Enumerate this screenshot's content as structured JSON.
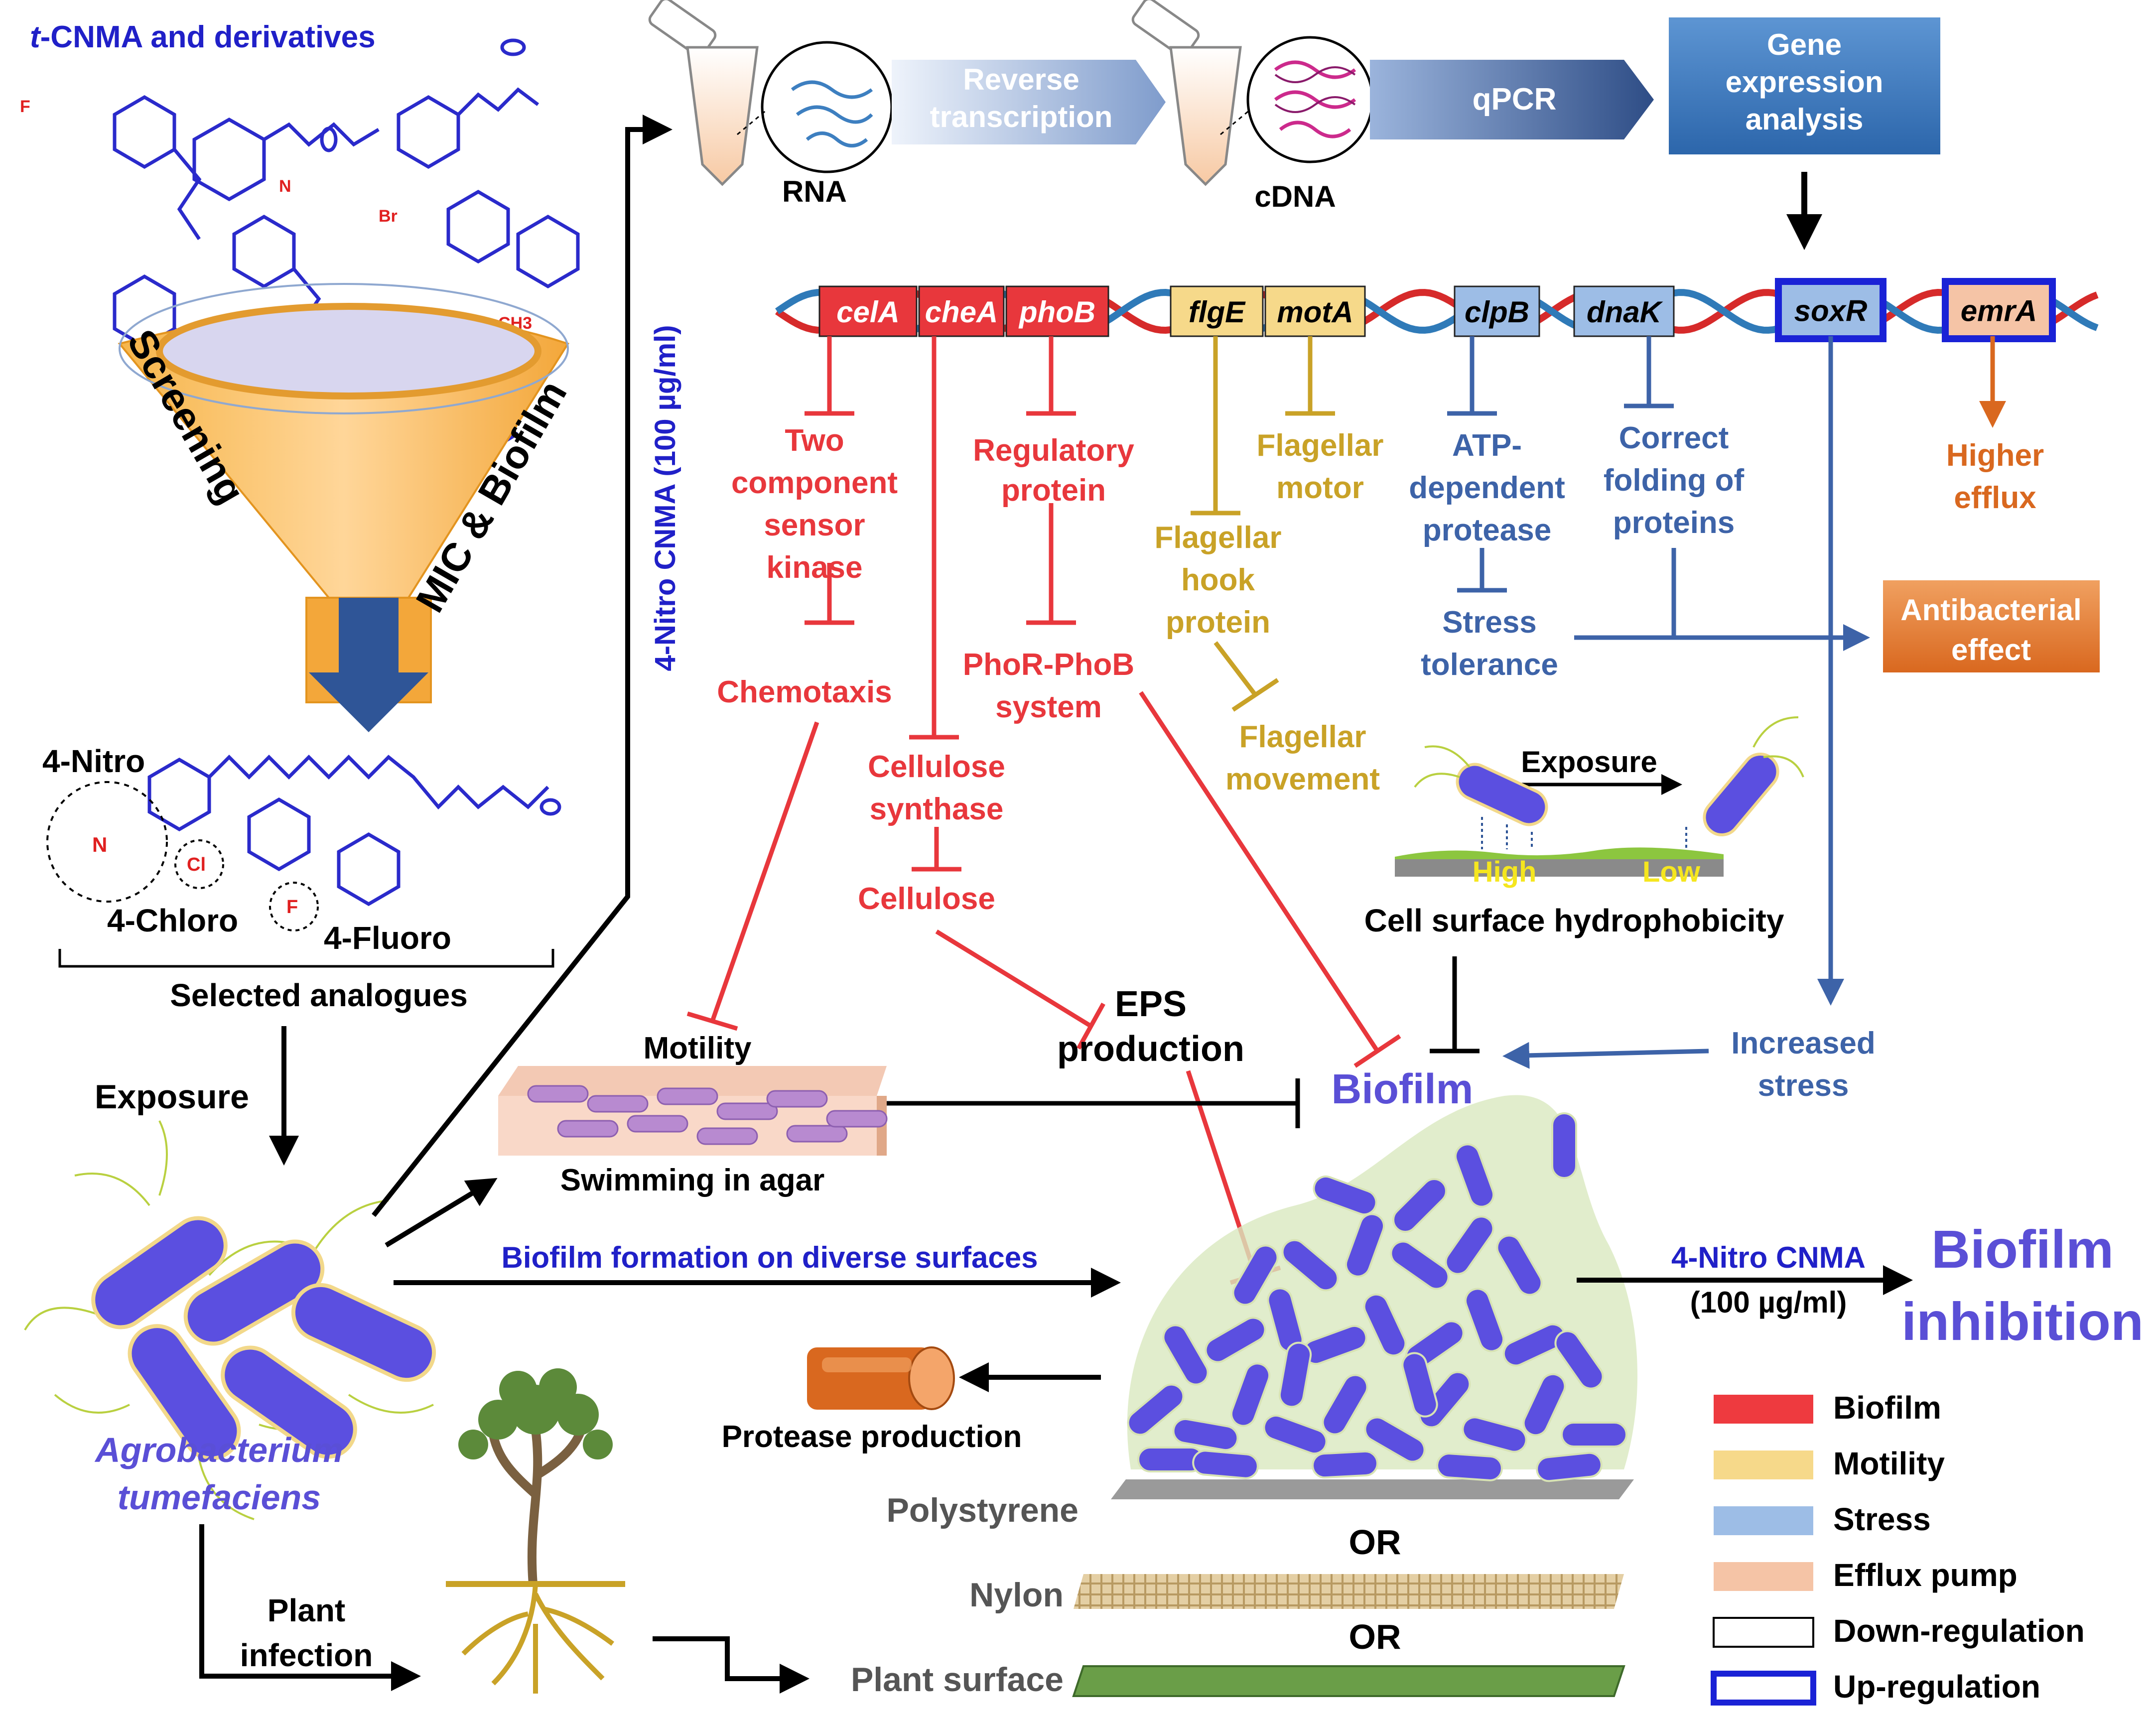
{
  "colors": {
    "biofilm_red": "#e8373c",
    "motility_gold": "#c9a227",
    "stress_blue": "#3d63a8",
    "efflux_orange": "#d9681f",
    "title_blue": "#2020c8",
    "bacteria_purple": "#5b4fe0",
    "biofilm_text": "#5a4fd6"
  },
  "screening": {
    "title_prefix": "t",
    "title_rest": "-CNMA and derivatives",
    "funnel_left": "Screening",
    "funnel_right": "MIC & Biofilm",
    "analogues": [
      "4-Nitro",
      "4-Chloro",
      "4-Fluoro"
    ],
    "selected": "Selected analogues",
    "atoms": {
      "f": "F",
      "cl": "Cl",
      "br": "Br",
      "no2_n": "N",
      "no2_o": "O",
      "ch3": "CH3"
    },
    "exposure": "Exposure",
    "organism": [
      "Agrobacterium",
      "tumefaciens"
    ]
  },
  "workflow": {
    "rna": "RNA",
    "reverse_transcription": [
      "Reverse",
      "transcription"
    ],
    "cdna": "cDNA",
    "qpcr": "qPCR",
    "gene_expression": [
      "Gene",
      "expression",
      "analysis"
    ],
    "treatment": "4-Nitro CNMA (100 µg/ml)"
  },
  "genes": [
    {
      "name": "celA",
      "category": "biofilm"
    },
    {
      "name": "cheA",
      "category": "biofilm"
    },
    {
      "name": "phoB",
      "category": "biofilm"
    },
    {
      "name": "flgE",
      "category": "motility"
    },
    {
      "name": "motA",
      "category": "motility"
    },
    {
      "name": "clpB",
      "category": "stress"
    },
    {
      "name": "dnaK",
      "category": "stress"
    },
    {
      "name": "soxR",
      "category": "stress"
    },
    {
      "name": "emrA",
      "category": "efflux"
    }
  ],
  "pathway": {
    "two_component": [
      "Two",
      "component",
      "sensor",
      "kinase"
    ],
    "chemotaxis": "Chemotaxis",
    "regulatory": [
      "Regulatory",
      "protein"
    ],
    "phor": [
      "PhoR-PhoB",
      "system"
    ],
    "cellulose_synthase": [
      "Cellulose",
      "synthase"
    ],
    "cellulose": "Cellulose",
    "flagellar_motor": [
      "Flagellar",
      "motor"
    ],
    "flagellar_hook": [
      "Flagellar",
      "hook",
      "protein"
    ],
    "flagellar_movement": [
      "Flagellar",
      "movement"
    ],
    "atp_protease": [
      "ATP-",
      "dependent",
      "protease"
    ],
    "stress_tolerance": [
      "Stress",
      "tolerance"
    ],
    "folding": [
      "Correct",
      "folding of",
      "proteins"
    ],
    "higher_efflux": [
      "Higher",
      "efflux"
    ],
    "antibacterial": [
      "Antibacterial",
      "effect"
    ],
    "exposure": "Exposure",
    "high": "High",
    "low": "Low",
    "hydrophobicity": "Cell surface hydrophobicity",
    "increased_stress": [
      "Increased",
      "stress"
    ],
    "motility": "Motility",
    "swimming": "Swimming in agar",
    "eps": [
      "EPS",
      "production"
    ],
    "biofilm": "Biofilm"
  },
  "bottom": {
    "biofilm_formation": "Biofilm formation on diverse surfaces",
    "treatment": [
      "4-Nitro CNMA",
      "(100 µg/ml)"
    ],
    "inhibition": [
      "Biofilm",
      "inhibition"
    ],
    "protease": "Protease production",
    "polystyrene": "Polystyrene",
    "or": "OR",
    "nylon": "Nylon",
    "plant_surface": "Plant surface",
    "plant_infection": [
      "Plant",
      "infection"
    ]
  },
  "legend": [
    {
      "label": "Biofilm",
      "color": "#ee3a3f"
    },
    {
      "label": "Motility",
      "color": "#f6d98a"
    },
    {
      "label": "Stress",
      "color": "#9dbde6"
    },
    {
      "label": "Efflux pump",
      "color": "#f5c4a6"
    },
    {
      "label": "Down-regulation",
      "color": "#ffffff"
    },
    {
      "label": "Up-regulation",
      "color": "#ffffff"
    }
  ]
}
